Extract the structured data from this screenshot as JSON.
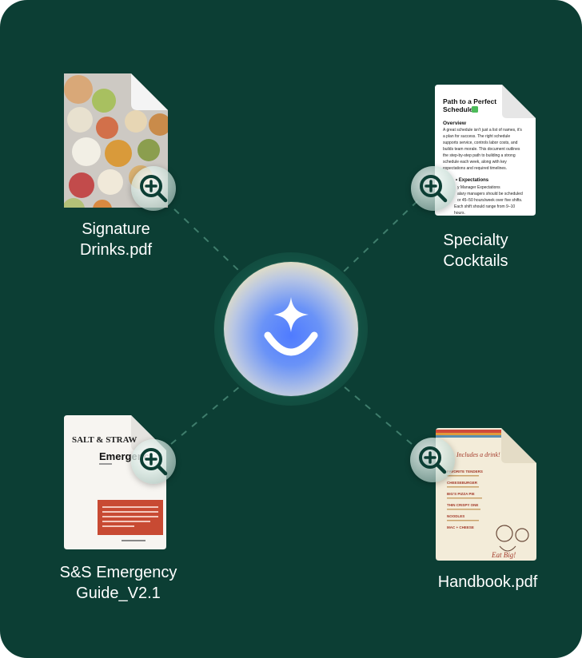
{
  "hub": {
    "icon": "sparkle-smile-icon",
    "glow_outer": "#f4e4a4",
    "glow_inner": "#4f7bff"
  },
  "colors": {
    "background": "#0c3e34",
    "ring": "#15594a",
    "connector": "#3f7d6c",
    "label": "#ffffff"
  },
  "documents": [
    {
      "id": "signature",
      "label": "Signature Drinks.pdf",
      "label_lines": [
        "Signature",
        "Drinks.pdf"
      ],
      "thumbnail": "food-bowls-photo"
    },
    {
      "id": "specialty",
      "label": "Specialty Cocktails",
      "label_lines": [
        "Specialty",
        "Cocktails"
      ],
      "preview": {
        "title_lines": [
          "Path to a Perfect",
          "Schedule"
        ],
        "heading": "Overview",
        "body_lines": [
          "A great schedule isn't just a list of names, it's",
          "a plan for success. The right schedule",
          "supports service, controls labor costs, and",
          "builds team morale. This document outlines",
          "the step-by-step path to building a strong",
          "schedule each week, along with key",
          "expectations and required timelines."
        ],
        "section_heading": "• Expectations",
        "section_lines": [
          "y Manager Expectations",
          "alary managers should be scheduled",
          "or 45–50 hours/week over five shifts.",
          "Each shift should range from 9–10",
          "hours."
        ]
      }
    },
    {
      "id": "emergency",
      "label": "S&S Emergency Guide_V2.1",
      "label_lines": [
        "S&S Emergency",
        "Guide_V2.1"
      ],
      "preview": {
        "brand": "SALT & STRAW",
        "title": "Emergenc"
      }
    },
    {
      "id": "handbook",
      "label": "Handbook.pdf",
      "label_lines": [
        "Handbook.pdf"
      ],
      "preview": {
        "menu_items": [
          "FAVORITE TENDERS",
          "CHEESEBURGER",
          "BIG'S PIZZA PIE",
          "THIN CRISPY ONE",
          "NOODLES",
          "MAC + CHEESE"
        ]
      }
    }
  ],
  "icons": {
    "magnifier": "zoom-in-icon"
  }
}
